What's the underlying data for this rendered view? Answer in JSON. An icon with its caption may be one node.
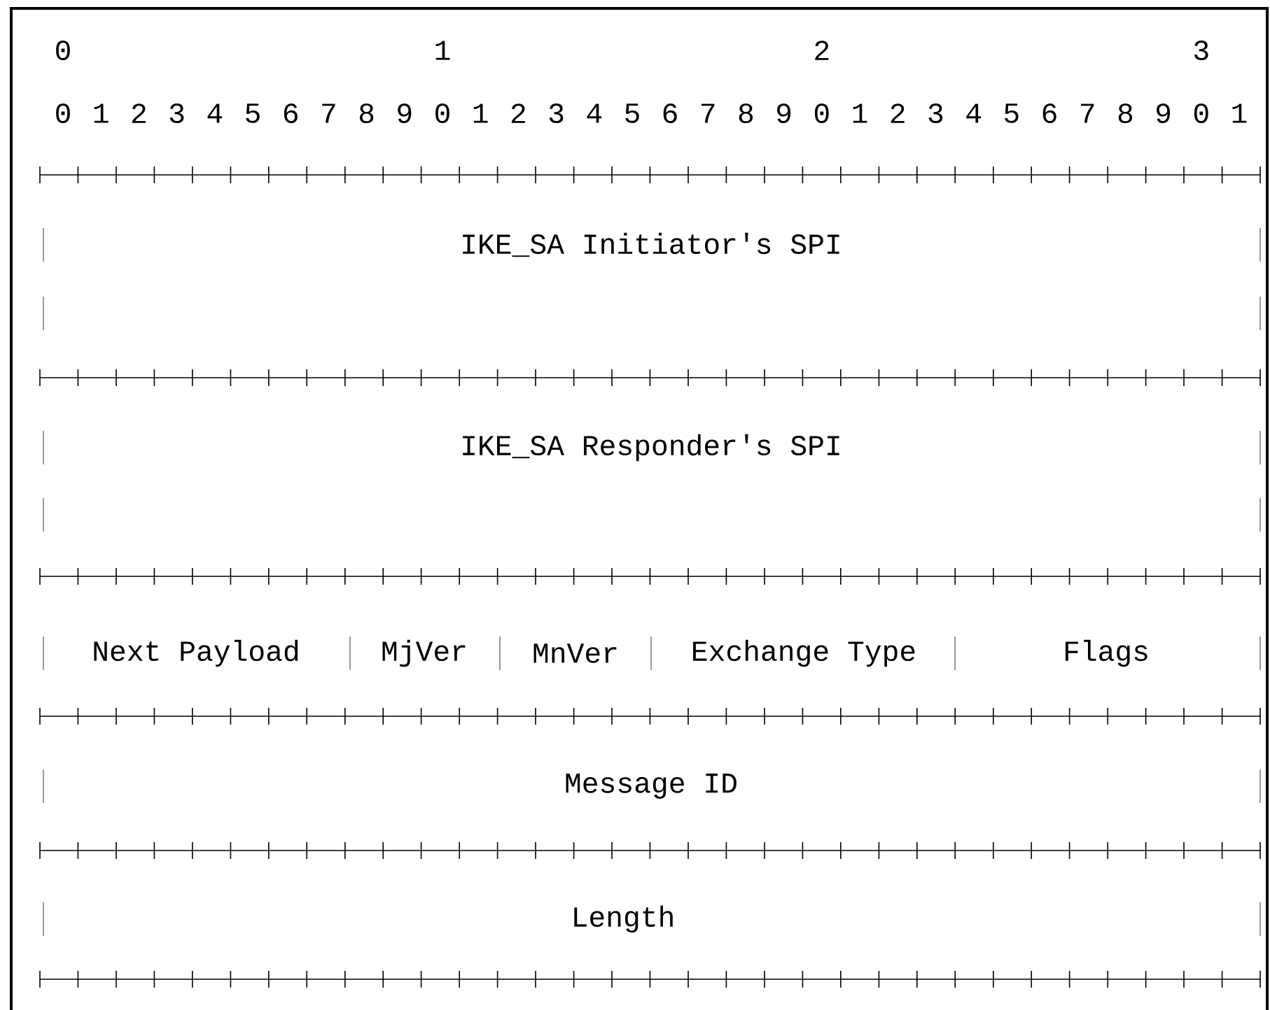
{
  "diagram": {
    "nodes": [
      {
        "text": [
          "IKE_SA Initiator's SPI"
        ]
      },
      {
        "text": [
          "IKE_SA Responder's SPI"
        ]
      },
      {
        "text": [
          "Next Payload"
        ]
      },
      {
        "text": [
          "MjVer"
        ]
      },
      {
        "text": [
          "MnVer"
        ]
      },
      {
        "text": [
          "Exchange Type"
        ]
      },
      {
        "text": [
          "Flags"
        ]
      },
      {
        "text": [
          "Message ID"
        ]
      },
      {
        "text": [
          "Length"
        ]
      }
    ],
    "labels": [
      "0",
      "1",
      "2",
      "3",
      "0",
      "1",
      "2",
      "3",
      "4",
      "5",
      "6",
      "7",
      "8",
      "9",
      "0",
      "1",
      "2",
      "3",
      "4",
      "5",
      "6",
      "7",
      "8",
      "9",
      "0",
      "1",
      "2",
      "3",
      "4",
      "5",
      "6",
      "7",
      "8",
      "9",
      "0",
      "1"
    ]
  }
}
